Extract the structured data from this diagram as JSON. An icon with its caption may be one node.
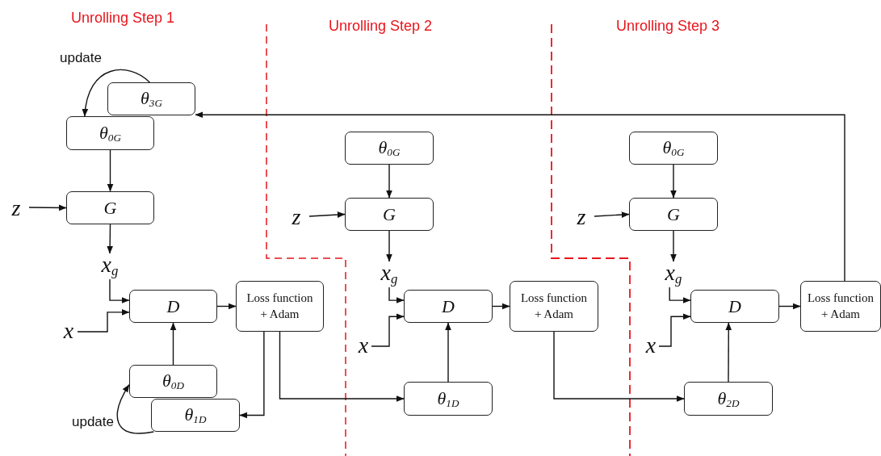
{
  "diagram": {
    "nodes": [
      {
        "text": [
          "θ$_{3G}$"
        ]
      },
      {
        "text": [
          "θ$_{0G}$"
        ]
      },
      {
        "text": [
          "z"
        ]
      },
      {
        "text": [
          "G"
        ]
      },
      {
        "text": [
          "x$_{g}$"
        ]
      },
      {
        "text": [
          "x"
        ]
      },
      {
        "text": [
          "D"
        ]
      },
      {
        "text": [
          "Loss function + Adam"
        ]
      },
      {
        "text": [
          "θ$_{0D}$"
        ]
      },
      {
        "text": [
          "θ$_{1D}$"
        ]
      },
      {
        "text": [
          "θ$_{0G}$"
        ]
      },
      {
        "text": [
          "z"
        ]
      },
      {
        "text": [
          "G"
        ]
      },
      {
        "text": [
          "x$_{g}$"
        ]
      },
      {
        "text": [
          "x"
        ]
      },
      {
        "text": [
          "D"
        ]
      },
      {
        "text": [
          "Loss function + Adam"
        ]
      },
      {
        "text": [
          "θ$_{1D}$"
        ]
      },
      {
        "text": [
          "θ$_{0G}$"
        ]
      },
      {
        "text": [
          "z"
        ]
      },
      {
        "text": [
          "G"
        ]
      },
      {
        "text": [
          "x$_{g}$"
        ]
      },
      {
        "text": [
          "x"
        ]
      },
      {
        "text": [
          "D"
        ]
      },
      {
        "text": [
          "Loss function + Adam"
        ]
      },
      {
        "text": [
          "θ$_{2D}$"
        ]
      }
    ],
    "edges": [
      {
        "from": 0,
        "to": 1,
        "arrow": "to",
        "label": "update"
      },
      {
        "from": 1,
        "to": 3,
        "arrow": "to"
      },
      {
        "from": 2,
        "to": 3,
        "arrow": "to"
      },
      {
        "from": 3,
        "to": 4,
        "arrow": "to"
      },
      {
        "from": 4,
        "to": 6,
        "arrow": "to"
      },
      {
        "from": 5,
        "to": 6,
        "arrow": "to"
      },
      {
        "from": 8,
        "to": 6,
        "arrow": "to"
      },
      {
        "from": 6,
        "to": 7,
        "arrow": "to"
      },
      {
        "from": 7,
        "to": 9,
        "arrow": "to"
      },
      {
        "from": 9,
        "to": 8,
        "arrow": "to",
        "label": "update"
      },
      {
        "from": 7,
        "to": 17,
        "arrow": "to"
      },
      {
        "from": 10,
        "to": 12,
        "arrow": "to"
      },
      {
        "from": 11,
        "to": 12,
        "arrow": "to"
      },
      {
        "from": 12,
        "to": 13,
        "arrow": "to"
      },
      {
        "from": 13,
        "to": 15,
        "arrow": "to"
      },
      {
        "from": 14,
        "to": 15,
        "arrow": "to"
      },
      {
        "from": 17,
        "to": 15,
        "arrow": "to"
      },
      {
        "from": 15,
        "to": 16,
        "arrow": "to"
      },
      {
        "from": 16,
        "to": 25,
        "arrow": "to"
      },
      {
        "from": 18,
        "to": 20,
        "arrow": "to"
      },
      {
        "from": 19,
        "to": 20,
        "arrow": "to"
      },
      {
        "from": 20,
        "to": 21,
        "arrow": "to"
      },
      {
        "from": 21,
        "to": 23,
        "arrow": "to"
      },
      {
        "from": 22,
        "to": 23,
        "arrow": "to"
      },
      {
        "from": 25,
        "to": 23,
        "arrow": "to"
      },
      {
        "from": 23,
        "to": 24,
        "arrow": "to"
      },
      {
        "from": 24,
        "to": 0,
        "arrow": "to"
      }
    ],
    "labels": [
      "Unrolling Step 1",
      "Unrolling Step 2",
      "Unrolling Step 3"
    ]
  }
}
